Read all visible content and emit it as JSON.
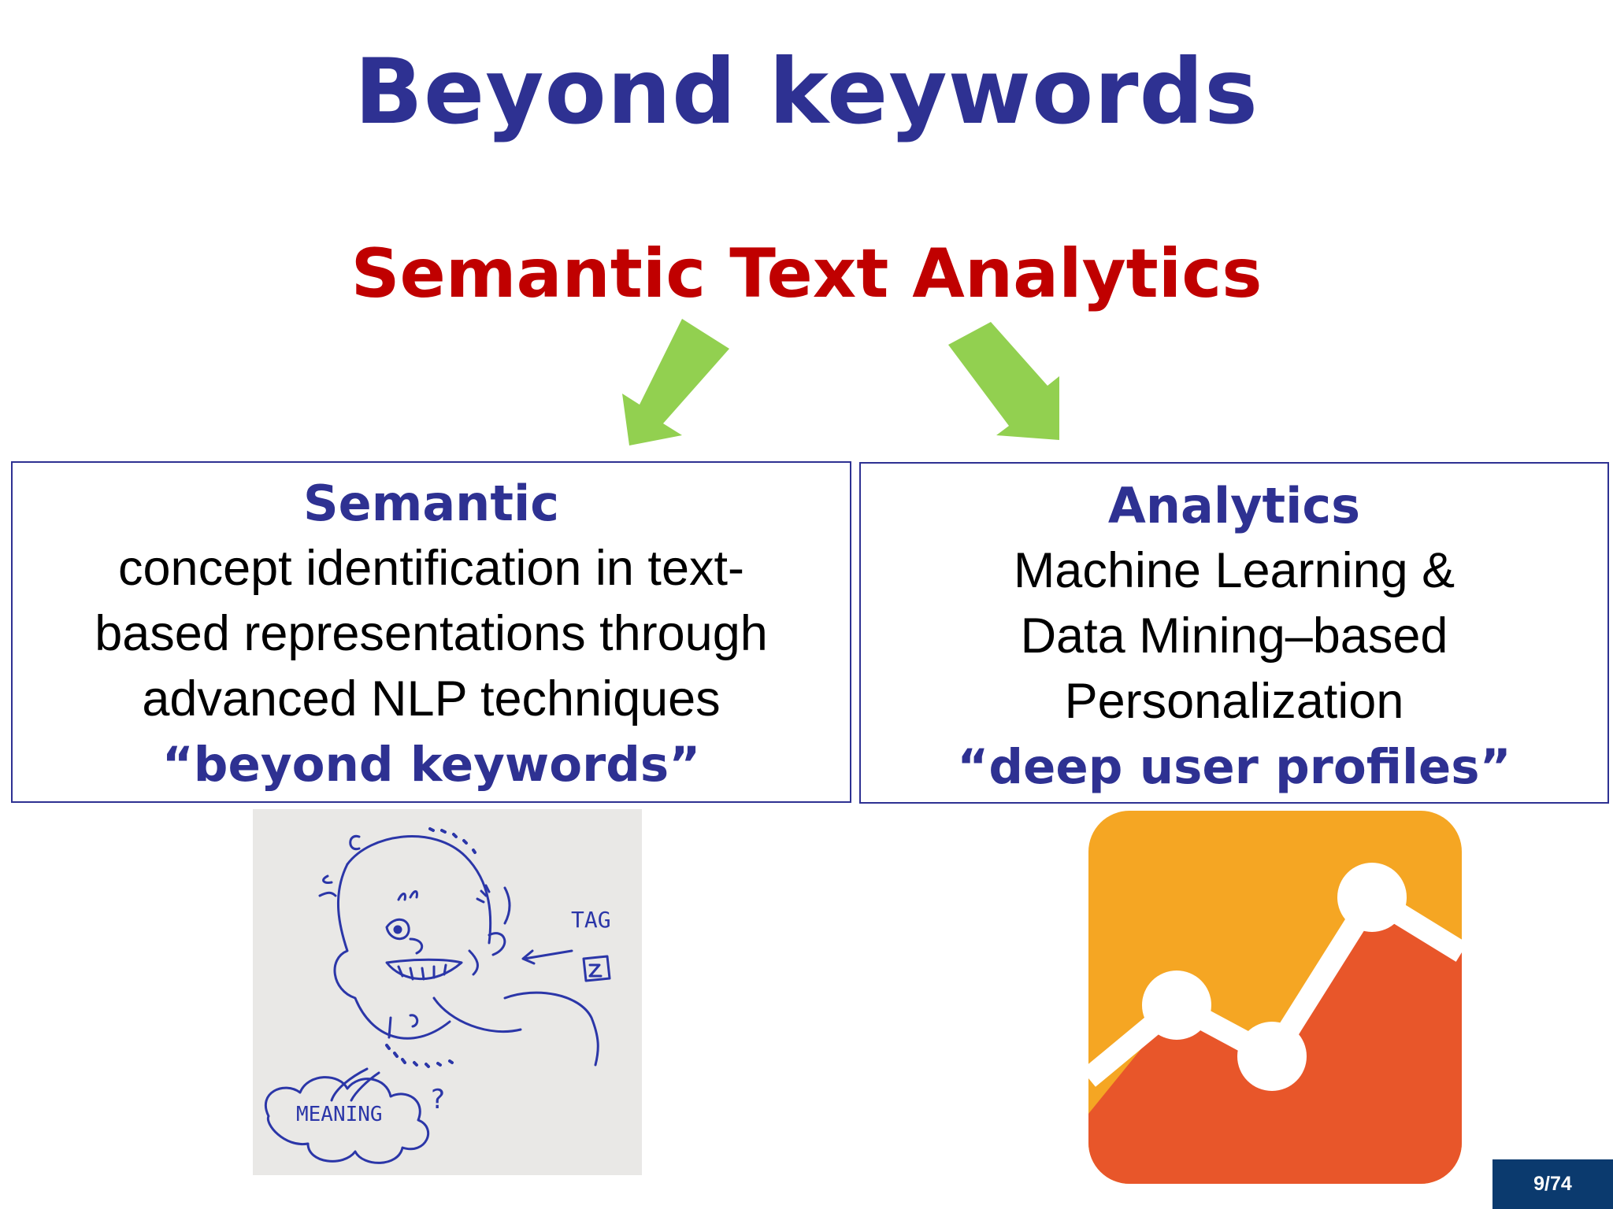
{
  "slide": {
    "title": "Beyond keywords",
    "subtitle": "Semantic Text Analytics",
    "arrow_color": "#92d050",
    "title_color": "#2e3192",
    "subtitle_color": "#c00000"
  },
  "left_box": {
    "heading": "Semantic",
    "lines": [
      "concept identification in text-",
      "based representations through",
      "advanced NLP techniques"
    ],
    "quote": "“beyond keywords”"
  },
  "right_box": {
    "heading": "Analytics",
    "lines": [
      "Machine Learning &",
      "Data Mining–based",
      "Personalization"
    ],
    "quote": "“deep user profiles”"
  },
  "sketch": {
    "label_tag": "TAG",
    "label_meaning": "MEANING",
    "question": "?"
  },
  "logo": {
    "icon": "analytics-chart-icon",
    "colors": [
      "#f5a623",
      "#e8562a",
      "#ffffff"
    ]
  },
  "footer": {
    "page_number": "9/74"
  }
}
